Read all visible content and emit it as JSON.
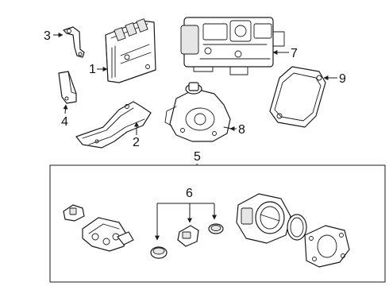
{
  "callouts": {
    "c1": "1",
    "c2": "2",
    "c3": "3",
    "c4": "4",
    "c5": "5",
    "c6": "6",
    "c7": "7",
    "c8": "8",
    "c9": "9"
  },
  "colors": {
    "ink": "#1a1a1a",
    "background": "#ffffff"
  }
}
